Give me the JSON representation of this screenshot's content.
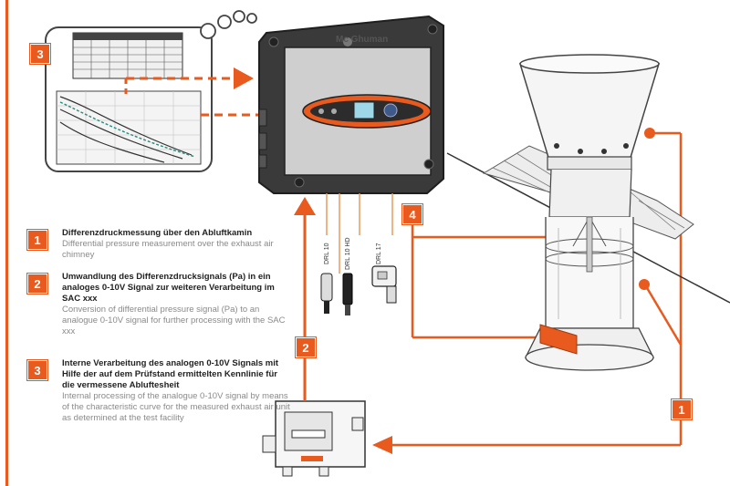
{
  "controller": {
    "brand": "Mc Ghuman"
  },
  "sensors": [
    {
      "label": "DRL 10"
    },
    {
      "label": "DRL 10 HD"
    },
    {
      "label": "DRL 17"
    }
  ],
  "badges": {
    "b1": "1",
    "b2": "2",
    "b3": "3",
    "b4": "4"
  },
  "legend": [
    {
      "number": "1",
      "title": "Differenzdruckmessung über den Abluftkamin",
      "subtitle": "Differential pressure measurement over the exhaust air chimney"
    },
    {
      "number": "2",
      "title": "Umwandlung des Differenzdrucksignals (Pa) in ein analoges 0-10V Signal zur weiteren Verarbeitung im SAC xxx",
      "subtitle": "Conversion of differential pressure signal (Pa) to an analogue 0-10V signal for further processing with the SAC xxx"
    },
    {
      "number": "3",
      "title": "Interne Verarbeitung des analogen 0-10V Signals mit Hilfe der auf dem Prüfstand ermittelten Kennlinie für die vermessene Abluftesheit",
      "subtitle": "Internal processing of the analogue 0-10V signal by means of the characteristic curve for the measured exhaust air unit as determined at the test facility"
    }
  ],
  "colors": {
    "accent": "#e85a1e",
    "housing": "#3c3c3c",
    "panel": "#c9c9c9",
    "outline": "#555555"
  }
}
